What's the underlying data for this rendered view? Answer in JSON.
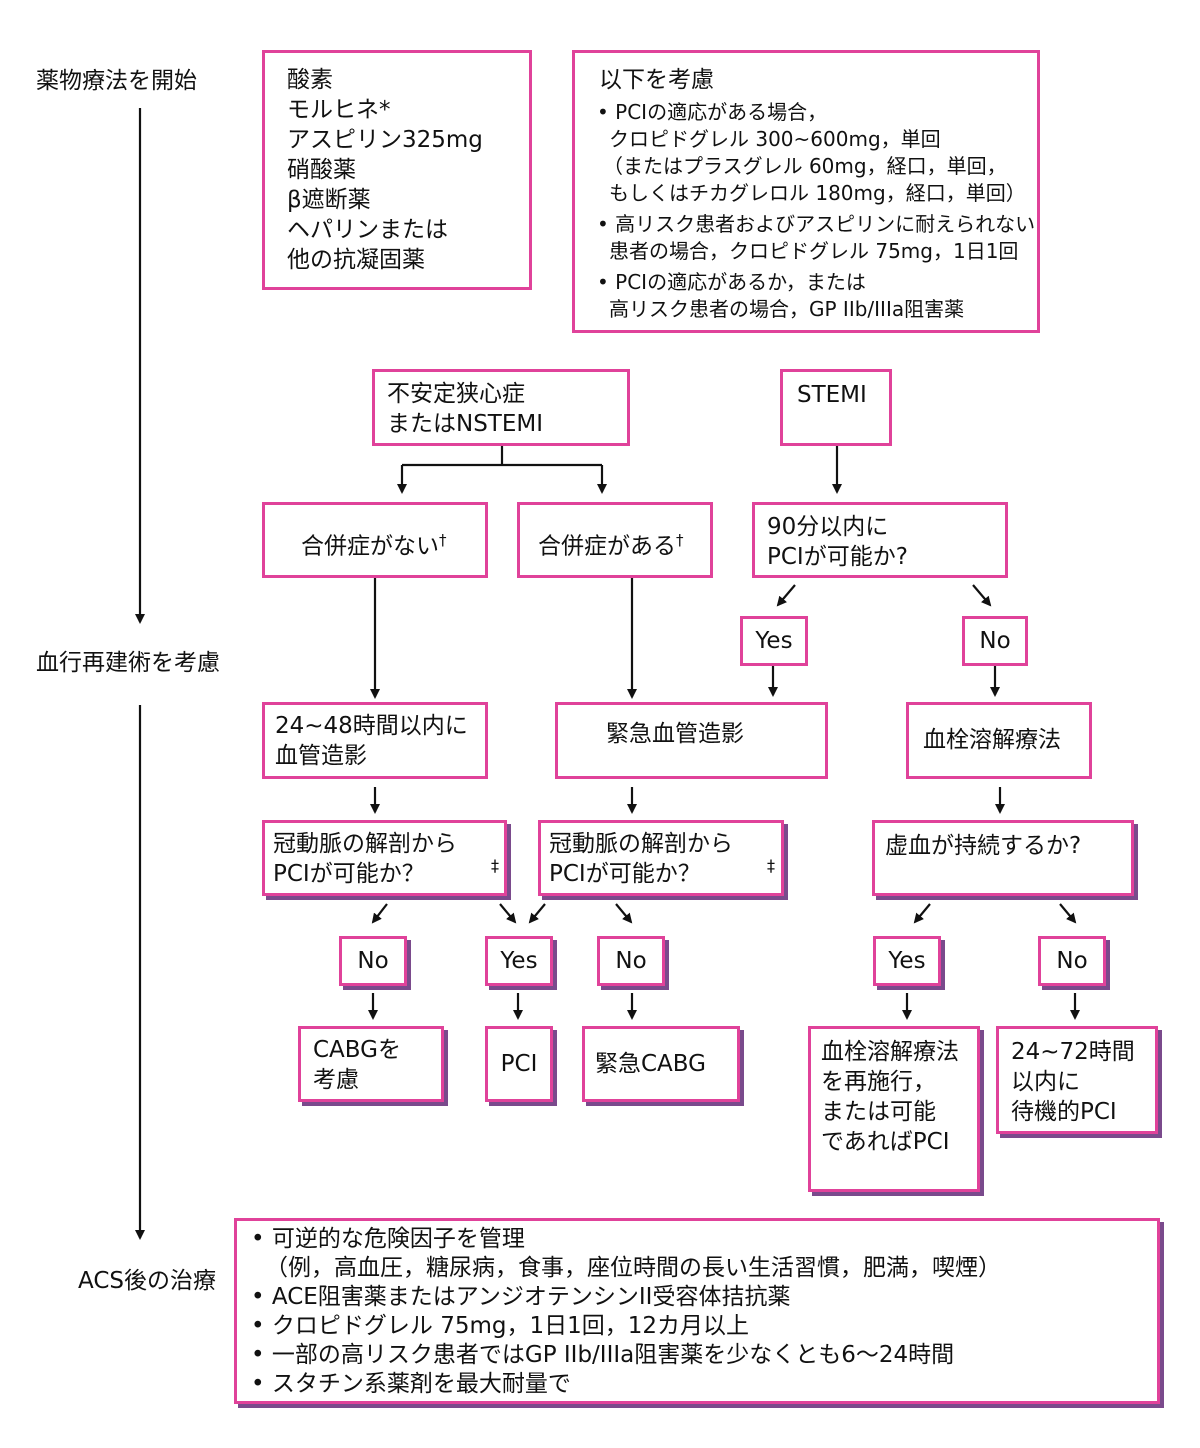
{
  "stages": {
    "start": "薬物療法を開始",
    "revasc": "血行再建術を考慮",
    "post": "ACS後の治療"
  },
  "drugs": {
    "items": [
      "酸素",
      "モルヒネ*",
      "アスピリン325mg",
      "硝酸薬",
      "β遮断薬",
      "ヘパリンまたは",
      "他の抗凝固薬"
    ]
  },
  "consider": {
    "title": "以下を考慮",
    "lines": [
      "• PCIの適応がある場合，",
      "クロピドグレル 300~600mg，単回",
      "（またはプラスグレル 60mg，経口，単回，",
      "もしくはチカグレロル 180mg，経口，単回）",
      "• 高リスク患者およびアスピリンに耐えられない",
      "患者の場合，クロピドグレル 75mg，1日1回",
      "• PCIの適応があるか，または",
      "高リスク患者の場合，GP IIb/IIIa阻害薬"
    ]
  },
  "ua_nstemi": {
    "line1": "不安定狭心症",
    "line2": "またはNSTEMI"
  },
  "stemi": "STEMI",
  "no_complication": {
    "text": "合併症がない",
    "mark": "†"
  },
  "complication": {
    "text": "合併症がある",
    "mark": "†"
  },
  "pci_90": {
    "line1": "90分以内に",
    "line2": "PCIが可能か?"
  },
  "yes": "Yes",
  "no": "No",
  "angio_24_48": {
    "line1": "24~48時間以内に",
    "line2": "血管造影"
  },
  "urgent_angio": "緊急血管造影",
  "thrombolysis": "血栓溶解療法",
  "anatomy_q": {
    "line1": "冠動脈の解剖から",
    "line2": "PCIが可能か？",
    "mark": "‡"
  },
  "ischemia_q": "虚血が持続するか?",
  "cabg_consider": {
    "line1": "CABGを",
    "line2": "考慮"
  },
  "pci": "PCI",
  "urgent_cabg": "緊急CABG",
  "rethrombolysis": {
    "lines": [
      "血栓溶解療法",
      "を再施行，",
      "または可能",
      "であればPCI"
    ]
  },
  "elective_pci": {
    "lines": [
      "24~72時間",
      "以内に",
      "待機的PCI"
    ]
  },
  "post_treatment": {
    "lines": [
      "• 可逆的な危険因子を管理",
      "（例，高血圧，糖尿病，食事，座位時間の長い生活習慣，肥満，喫煙）",
      "• ACE阻害薬またはアンジオテンシンII受容体拮抗薬",
      "• クロピドグレル 75mg，1日1回，12カ月以上",
      "• 一部の高リスク患者ではGP IIb/IIIa阻害薬を少なくとも6〜24時間",
      "• スタチン系薬剤を最大耐量で"
    ]
  },
  "colors": {
    "box_border": "#e0429a",
    "box_shadow": "#7a4a8c",
    "line": "#111111"
  }
}
